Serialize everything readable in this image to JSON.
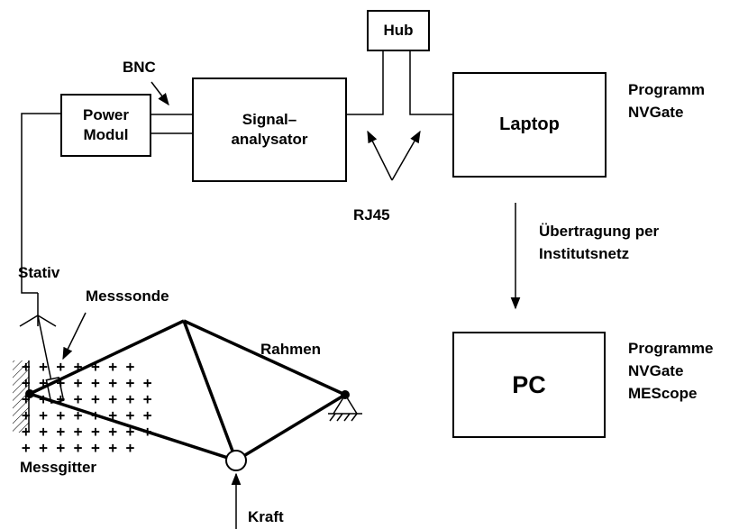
{
  "blocks": {
    "power_modul": [
      "Power",
      "Modul"
    ],
    "signal": [
      "Signal–",
      "analysator"
    ],
    "hub": "Hub",
    "laptop": "Laptop",
    "pc": "PC"
  },
  "labels": {
    "bnc": "BNC",
    "rj45": "RJ45",
    "stativ": "Stativ",
    "messsonde": "Messsonde",
    "rahmen": "Rahmen",
    "messgitter": "Messgitter",
    "kraft": "Kraft",
    "transfer": [
      "Übertragung per",
      "Institutsnetz"
    ],
    "laptop_software": [
      "Programm",
      "NVGate"
    ],
    "pc_software": [
      "Programme",
      "NVGate",
      "MEScope"
    ]
  }
}
